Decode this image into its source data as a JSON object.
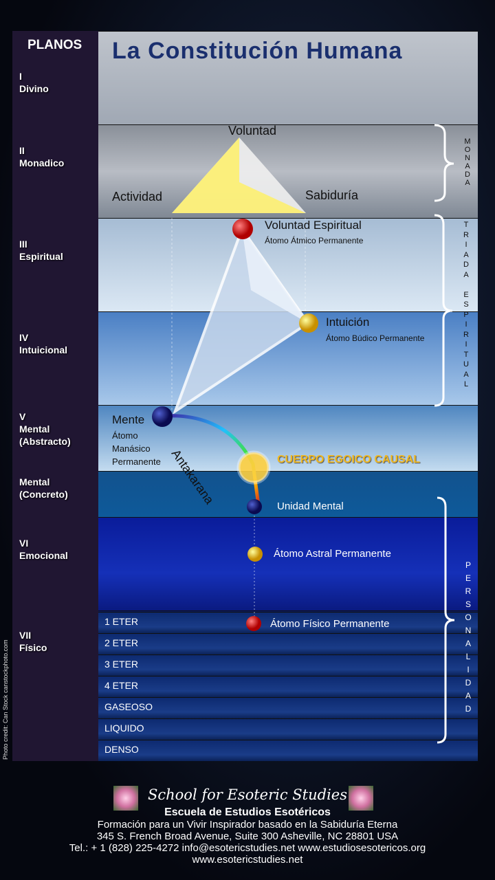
{
  "title": "La Constitución Humana",
  "planos_header": "PLANOS",
  "planes": [
    {
      "num": "I",
      "name": "Divino"
    },
    {
      "num": "II",
      "name": "Monadico"
    },
    {
      "num": "III",
      "name": "Espiritual"
    },
    {
      "num": "IV",
      "name": "Intuicional"
    },
    {
      "num": "V",
      "name": "Mental (Abstracto)"
    },
    {
      "num": "",
      "name": "Mental (Concreto)"
    },
    {
      "num": "VI",
      "name": "Emocional"
    },
    {
      "num": "VII",
      "name": "Físico"
    }
  ],
  "physical_subplanes": [
    "1 ETER",
    "2 ETER",
    "3 ETER",
    "4 ETER",
    "GASEOSO",
    "LIQUIDO",
    "DENSO"
  ],
  "triangle": {
    "top": "Voluntad",
    "left": "Actividad",
    "right": "Sabiduría"
  },
  "atoms": {
    "atmic": {
      "title": "Voluntad Espiritual",
      "sub": "Átomo Átmico Permanente"
    },
    "buddhic": {
      "title": "Intuición",
      "sub": "Átomo Búdico Permanente"
    },
    "manasic": {
      "title": "Mente",
      "sub": [
        "Átomo",
        "Manásico",
        "Permanente"
      ]
    },
    "antakarana": "Antakarana",
    "causal": "CUERPO EGOICO CAUSAL",
    "mental_unit": "Unidad Mental",
    "astral": "Átomo Astral Permanente",
    "physical": "Átomo Físico Permanente"
  },
  "groups": {
    "monada": "MONADA",
    "triada": "TRIADA ESPIRITUAL",
    "personalidad": "PERSONALIDAD"
  },
  "photo_credit": "Photo credit: Can Stock canstockphoto.com",
  "footer": {
    "school": "School for Esoteric Studies",
    "escuela": "Escuela de Estudios Esotéricos",
    "tagline": "Formación para un Vivir Inspirador basado en la Sabiduría Eterna",
    "address": "345 S. French Broad Avenue, Suite 300 Asheville, NC 28801 USA",
    "contact": "Tel.: + 1 (828) 225-4272 info@esotericstudies.net www.estudiosesotericos.org",
    "web": "www.esotericstudies.net"
  }
}
